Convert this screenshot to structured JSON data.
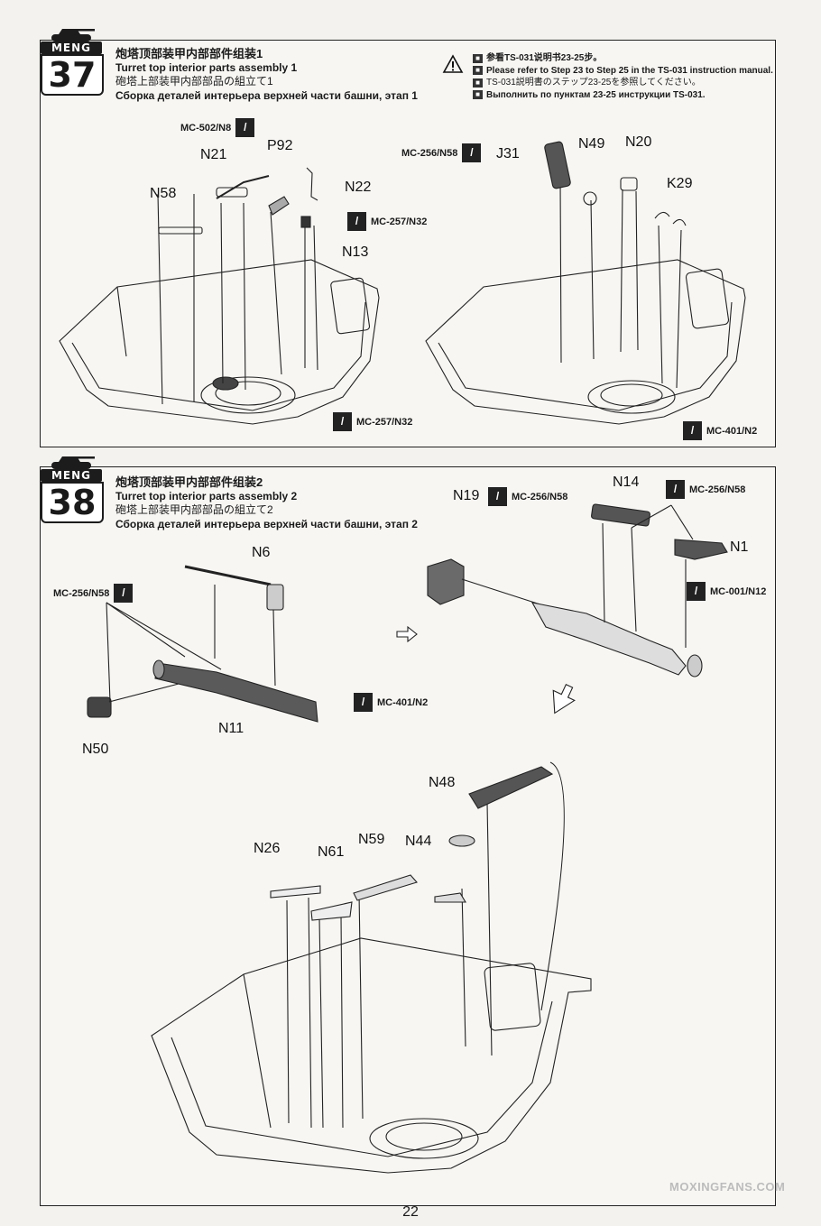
{
  "step37": {
    "brand": "MENG",
    "number": "37",
    "title_cn": "炮塔顶部装甲内部部件组装1",
    "title_en": "Turret top interior parts assembly 1",
    "title_jp": "砲塔上部装甲内部部品の組立て1",
    "title_ru": "Сборка деталей интерьера верхней части башни, этап 1",
    "note_cn": "参看TS-031说明书23-25步。",
    "note_en": "Please refer to Step 23 to Step 25 in the TS-031 instruction manual.",
    "note_jp": "TS-031説明書のステップ23-25を参照してください。",
    "note_ru": "Выполнить по пунктам 23-25 инструкции TS-031.",
    "parts": [
      "N58",
      "N21",
      "P92",
      "N22",
      "N13",
      "J31",
      "N49",
      "N20",
      "K29"
    ],
    "refs": [
      "MC-502/N8",
      "MC-257/N32",
      "MC-257/N32",
      "MC-256/N58",
      "MC-401/N2"
    ]
  },
  "step38": {
    "brand": "MENG",
    "number": "38",
    "title_cn": "炮塔顶部装甲内部部件组装2",
    "title_en": "Turret top interior parts assembly  2",
    "title_jp": "砲塔上部装甲内部部品の組立て2",
    "title_ru": "Сборка деталей интерьера верхней части башни, этап 2",
    "parts": [
      "N6",
      "N11",
      "N50",
      "N19",
      "N14",
      "N1",
      "N48",
      "N26",
      "N61",
      "N59",
      "N44"
    ],
    "refs": [
      "MC-256/N58",
      "MC-401/N2",
      "MC-256/N58",
      "MC-256/N58",
      "MC-001/N12"
    ]
  },
  "page_number": "22",
  "watermark": "MOXINGFANS.COM",
  "icons": {
    "knife": "hobby-knife-icon",
    "warning": "warning-triangle-icon",
    "tank": "tank-logo-icon"
  }
}
